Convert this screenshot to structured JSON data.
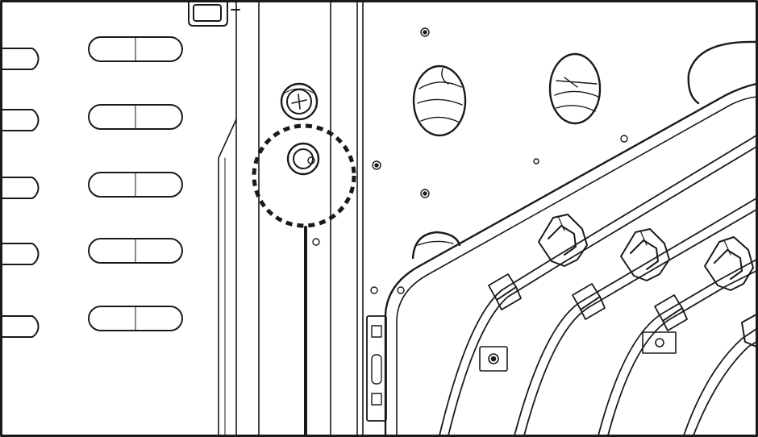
{
  "figure": {
    "kind": "technical line drawing",
    "line_color": "#1a1a1a",
    "background_color": "#ffffff",
    "callout": {
      "style": "dashed-circle",
      "target": "screw-hole"
    }
  }
}
